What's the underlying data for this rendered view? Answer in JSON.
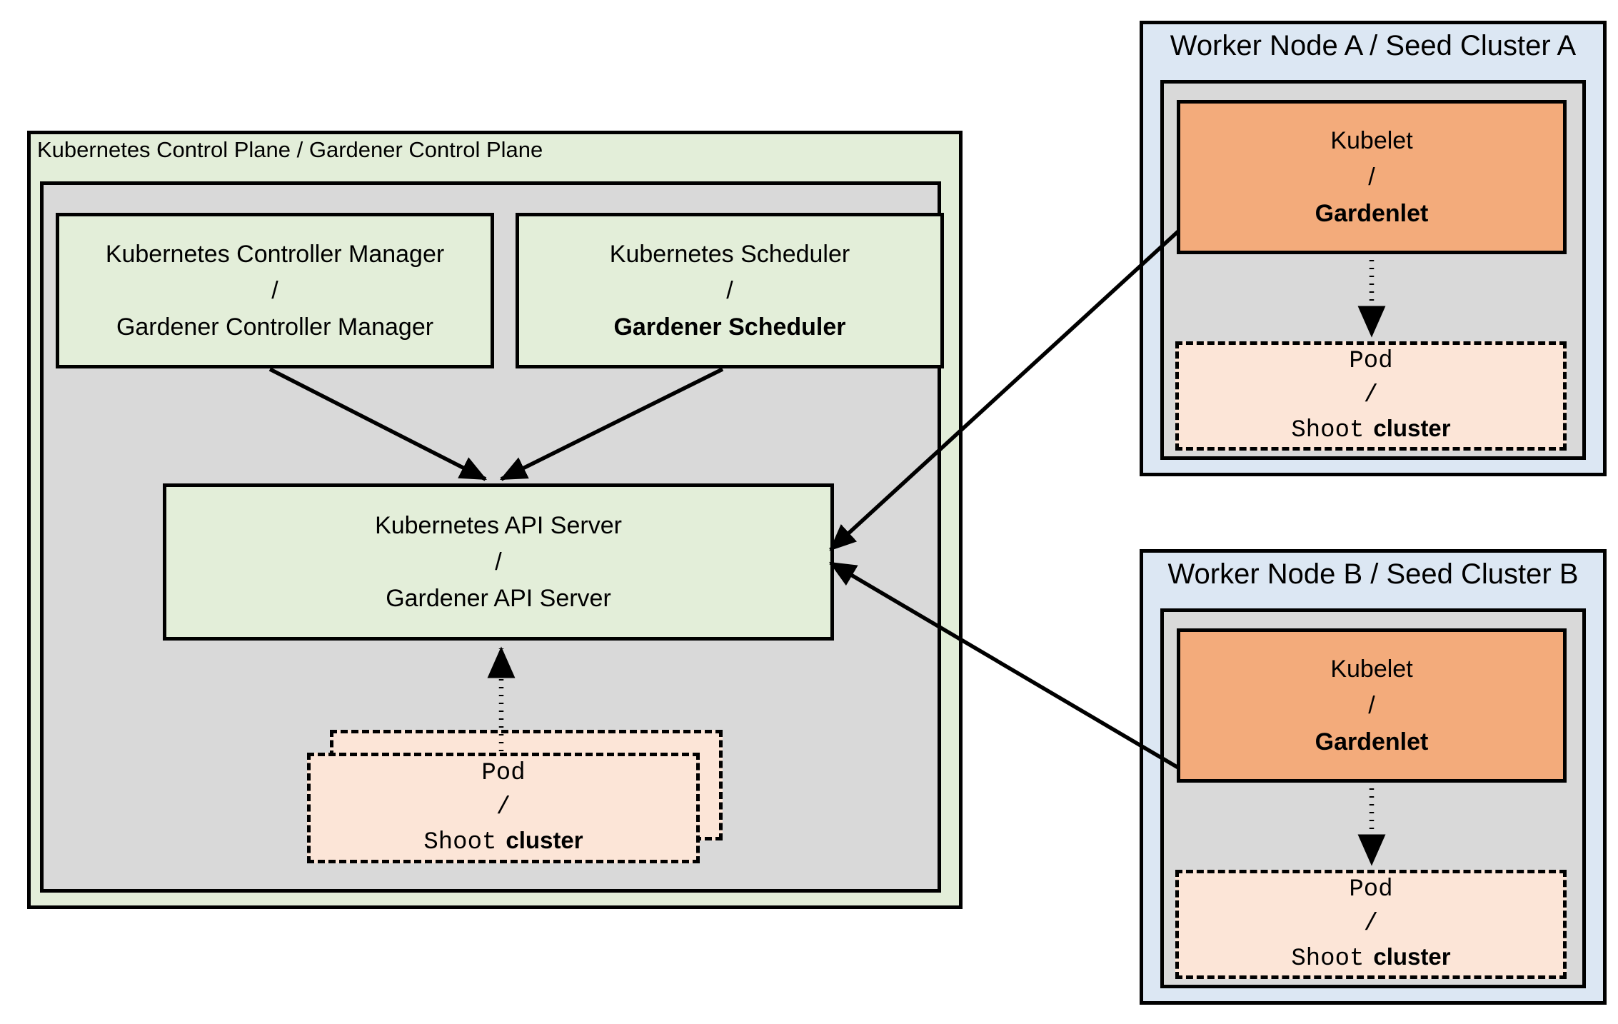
{
  "diagram": {
    "control_plane": {
      "title": "Kubernetes Control Plane / Gardener Control Plane",
      "controller_manager": {
        "top": "Kubernetes Controller Manager",
        "separator": "/",
        "bottom": "Gardener Controller Manager"
      },
      "scheduler": {
        "top": "Kubernetes Scheduler",
        "separator": "/",
        "bottom": "Gardener Scheduler"
      },
      "api_server": {
        "top": "Kubernetes API Server",
        "separator": "/",
        "bottom": "Gardener API Server"
      },
      "pod_stack": {
        "top": "Pod",
        "separator": "/",
        "bottom_code": "Shoot",
        "bottom_text": "cluster"
      }
    },
    "worker_node_a": {
      "title": "Worker Node A / Seed Cluster A",
      "kubelet": {
        "top": "Kubelet",
        "separator": "/",
        "bottom": "Gardenlet"
      },
      "pod": {
        "top": "Pod",
        "separator": "/",
        "bottom_code": "Shoot",
        "bottom_text": "cluster"
      }
    },
    "worker_node_b": {
      "title": "Worker Node B / Seed Cluster B",
      "kubelet": {
        "top": "Kubelet",
        "separator": "/",
        "bottom": "Gardenlet"
      },
      "pod": {
        "top": "Pod",
        "separator": "/",
        "bottom_code": "Shoot",
        "bottom_text": "cluster"
      }
    },
    "colors": {
      "control_plane_bg": "#e3eed9",
      "inner_panel_gray": "#d9d9d9",
      "component_green": "#e3eed9",
      "worker_node_bg": "#dce7f3",
      "kubelet_orange": "#f3ab7b",
      "pod_peach": "#fce5d7",
      "line_black": "#000000",
      "page_bg": "#ffffff"
    }
  }
}
